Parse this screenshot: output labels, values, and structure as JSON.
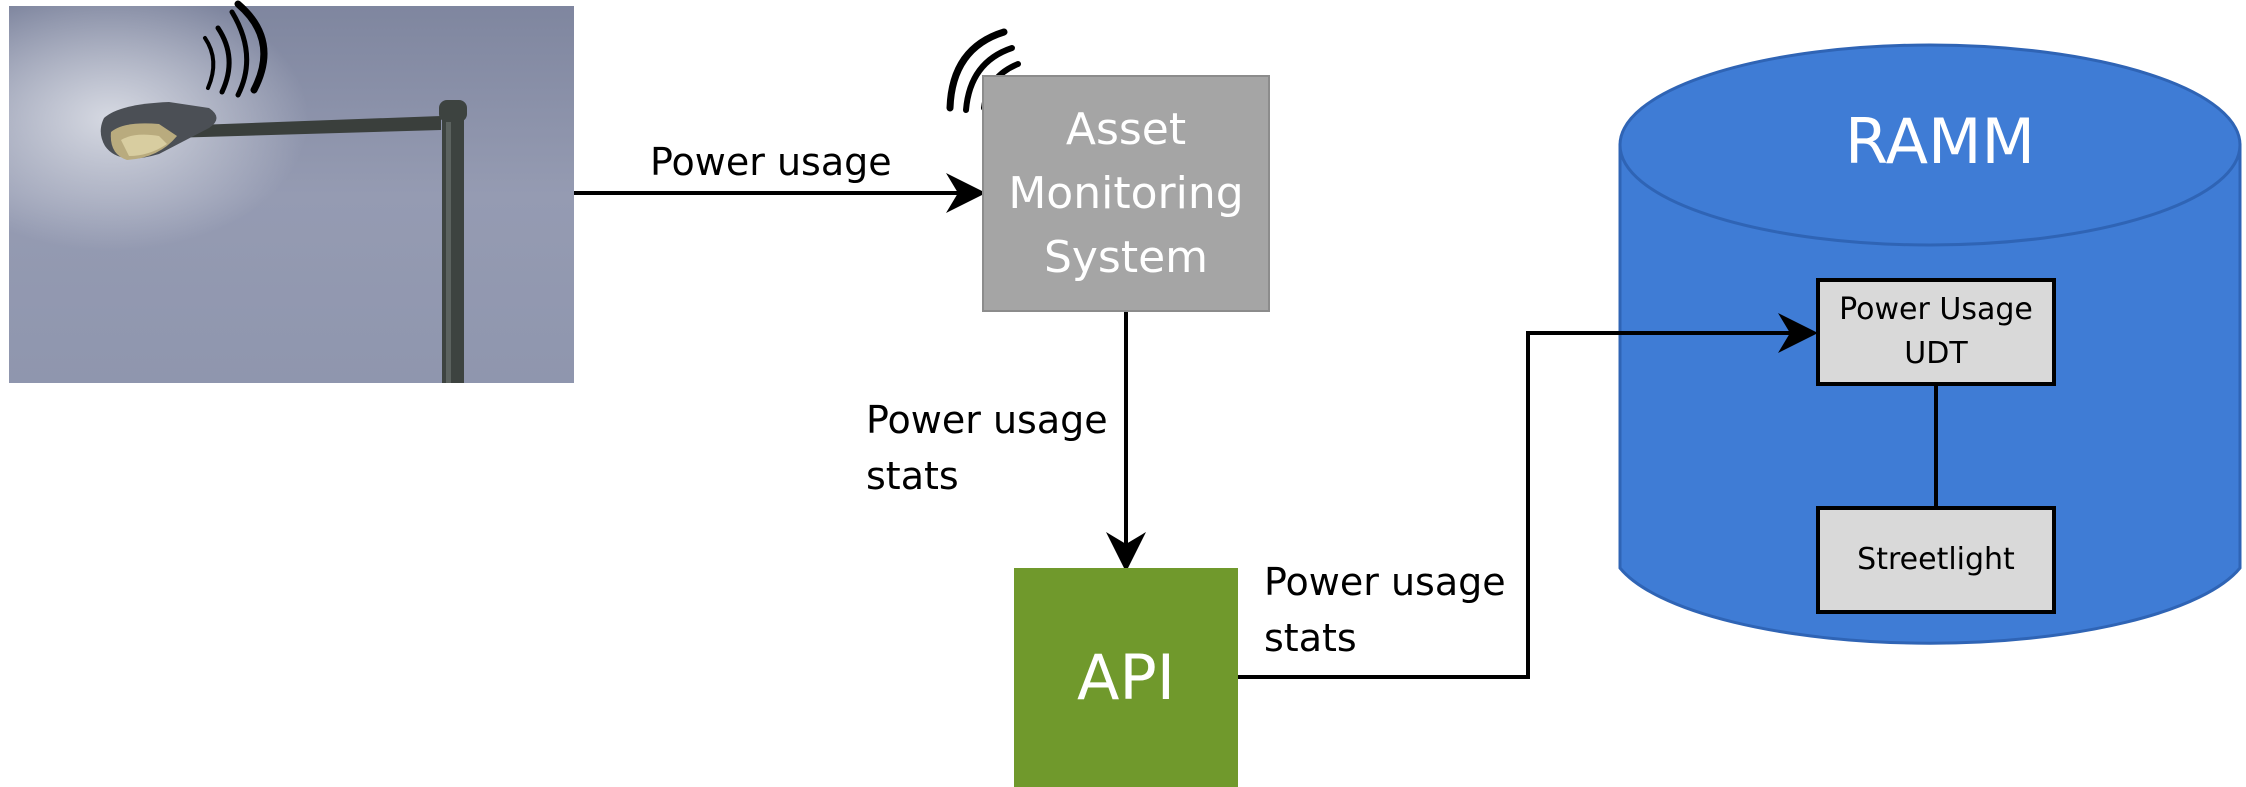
{
  "nodes": {
    "asset_monitoring": "Asset\nMonitoring\nSystem",
    "api": "API",
    "ramm": "RAMM",
    "power_usage_udt": "Power Usage\nUDT",
    "streetlight": "Streetlight"
  },
  "edges": {
    "light_to_ams": "Power usage",
    "ams_to_api": "Power usage\nstats",
    "api_to_udt": "Power usage\nstats"
  },
  "colors": {
    "ams": "#a5a5a5",
    "api": "#70992c",
    "ramm": "#3f7cd5",
    "inner_box": "#d9d9d9",
    "sky": "#8e95ad"
  },
  "icons": [
    "wireless-signal-icon"
  ]
}
